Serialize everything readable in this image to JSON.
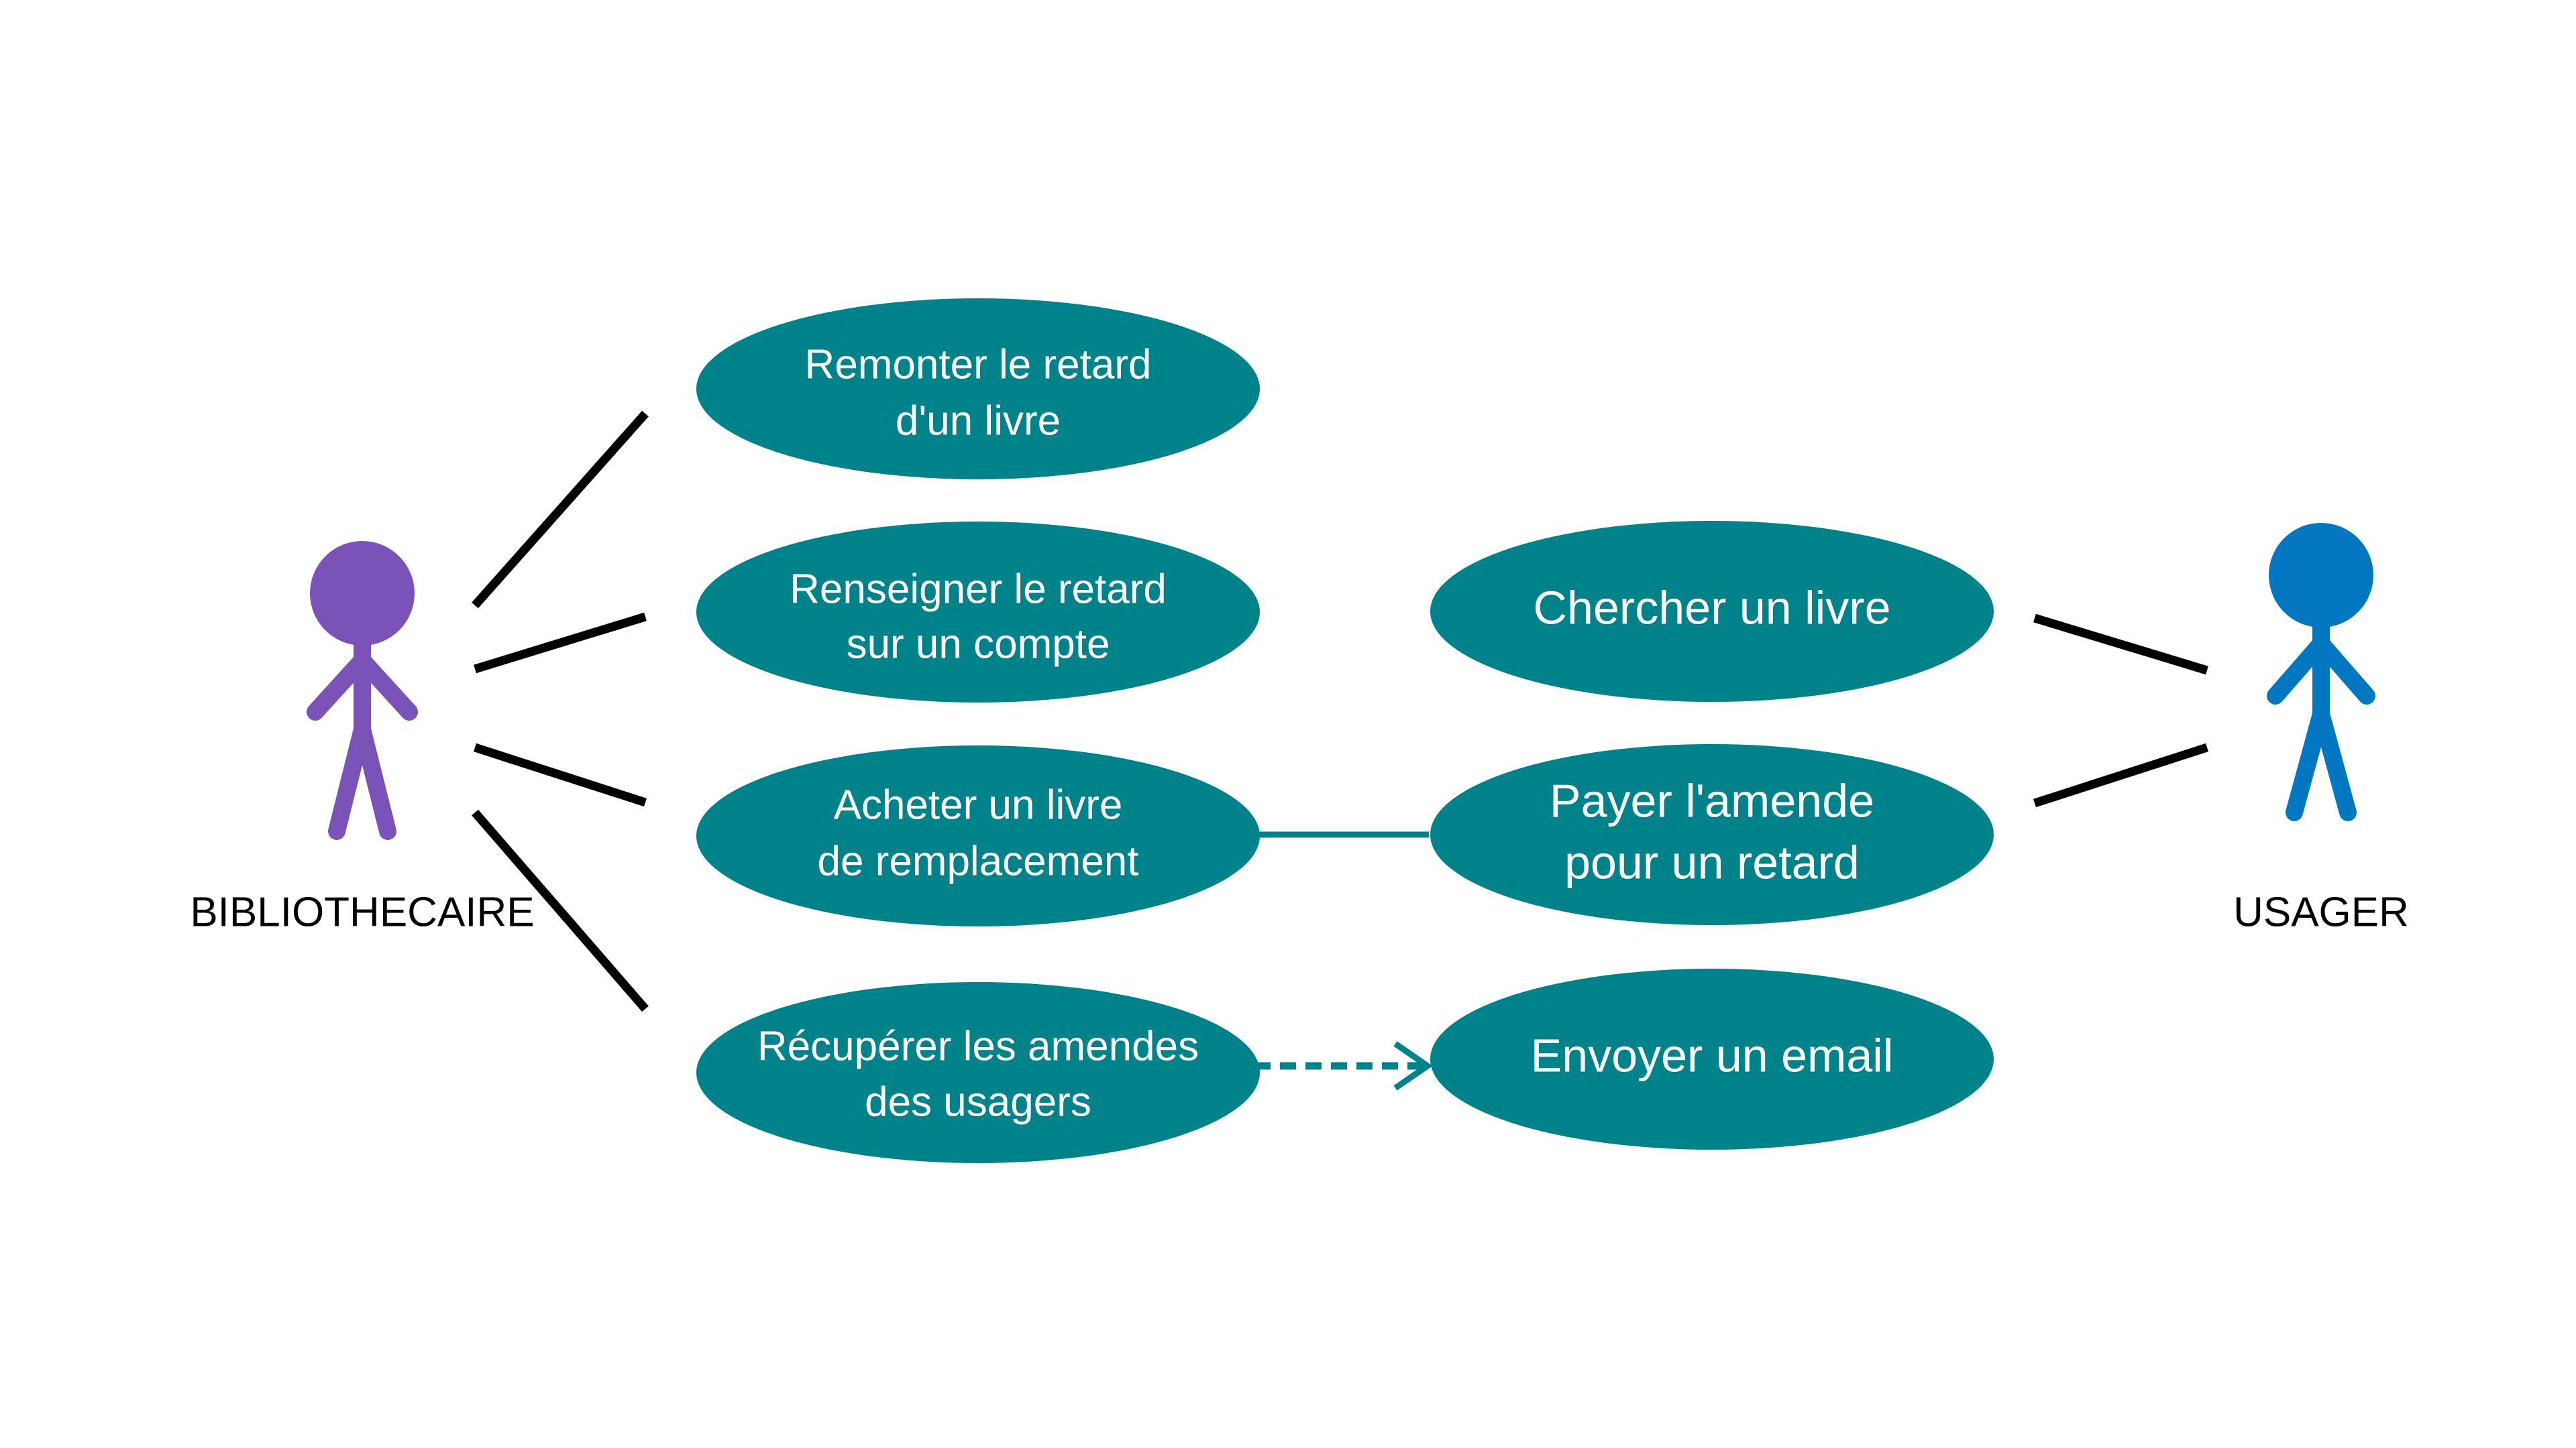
{
  "colors": {
    "usecase_fill": "#00828a",
    "bibliothecaire_actor": "#7b52b8",
    "usager_actor": "#0077c0",
    "association_line": "#000000",
    "link_line": "#00828a"
  },
  "actors": {
    "bibliothecaire": {
      "label": "BIBLIOTHECAIRE",
      "icon": "stick-figure-icon"
    },
    "usager": {
      "label": "USAGER",
      "icon": "stick-figure-icon"
    }
  },
  "use_cases": {
    "remonter": {
      "line1": "Remonter le retard",
      "line2": "d'un livre"
    },
    "renseigner": {
      "line1": "Renseigner le retard",
      "line2": "sur un compte"
    },
    "acheter": {
      "line1": "Acheter un livre",
      "line2": "de remplacement"
    },
    "recuperer": {
      "line1": "Récupérer les amendes",
      "line2": "des usagers"
    },
    "chercher": {
      "line1": "Chercher un livre"
    },
    "payer": {
      "line1": "Payer l'amende",
      "line2": "pour un retard"
    },
    "envoyer": {
      "line1": "Envoyer un email"
    }
  },
  "relations": [
    {
      "from": "acheter",
      "to": "payer",
      "type": "association"
    },
    {
      "from": "recuperer",
      "to": "envoyer",
      "type": "dependency",
      "style": "dashed-open-arrow"
    }
  ]
}
